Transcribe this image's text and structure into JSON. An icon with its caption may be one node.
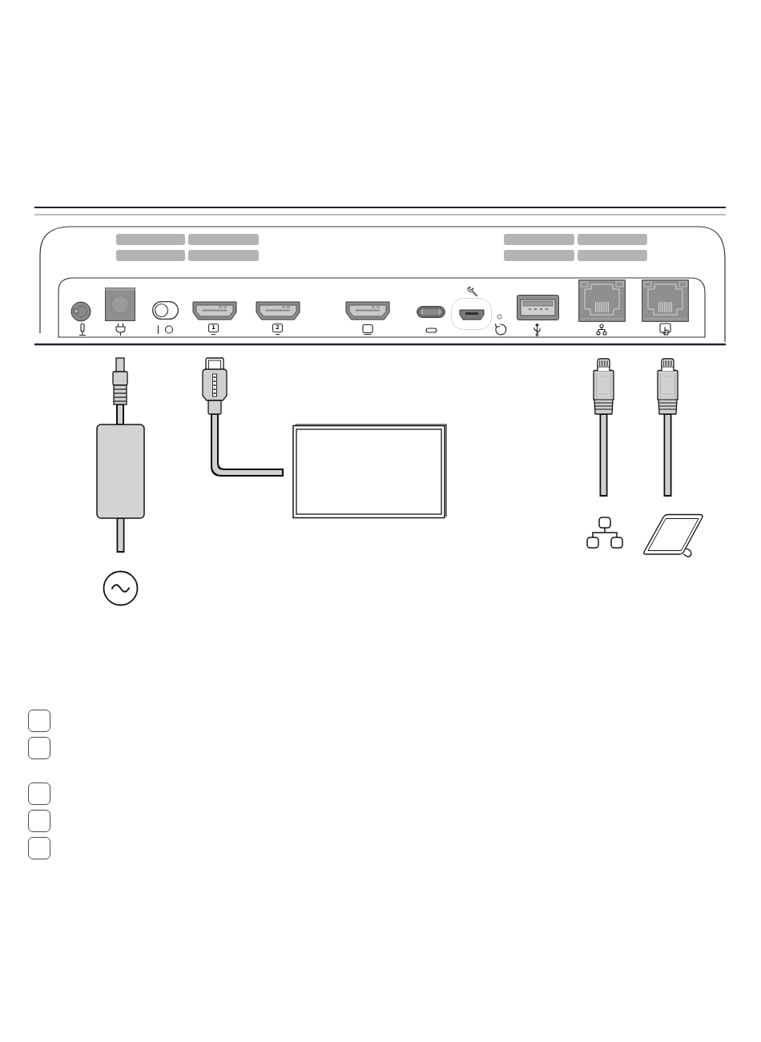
{
  "diagram": {
    "nodes": [
      {
        "text": [],
        "shape": "picture"
      },
      {
        "text": [],
        "shape": "picture"
      },
      {
        "text": [],
        "shape": "picture"
      },
      {
        "text": [],
        "shape": "picture"
      },
      {
        "text": [],
        "shape": "box"
      },
      {
        "text": [],
        "shape": "picture"
      },
      {
        "text": [],
        "shape": "picture"
      },
      {
        "text": [],
        "shape": "picture"
      },
      {
        "text": [],
        "shape": "circle"
      }
    ],
    "edges": [
      {
        "from": 0,
        "to": 4,
        "arrow": "none"
      },
      {
        "from": 4,
        "to": 8,
        "arrow": "none"
      },
      {
        "from": 1,
        "to": 5,
        "arrow": "none"
      },
      {
        "from": 2,
        "to": 6,
        "arrow": "none"
      },
      {
        "from": 3,
        "to": 7,
        "arrow": "none"
      }
    ],
    "labels": [
      "1",
      "2"
    ]
  }
}
